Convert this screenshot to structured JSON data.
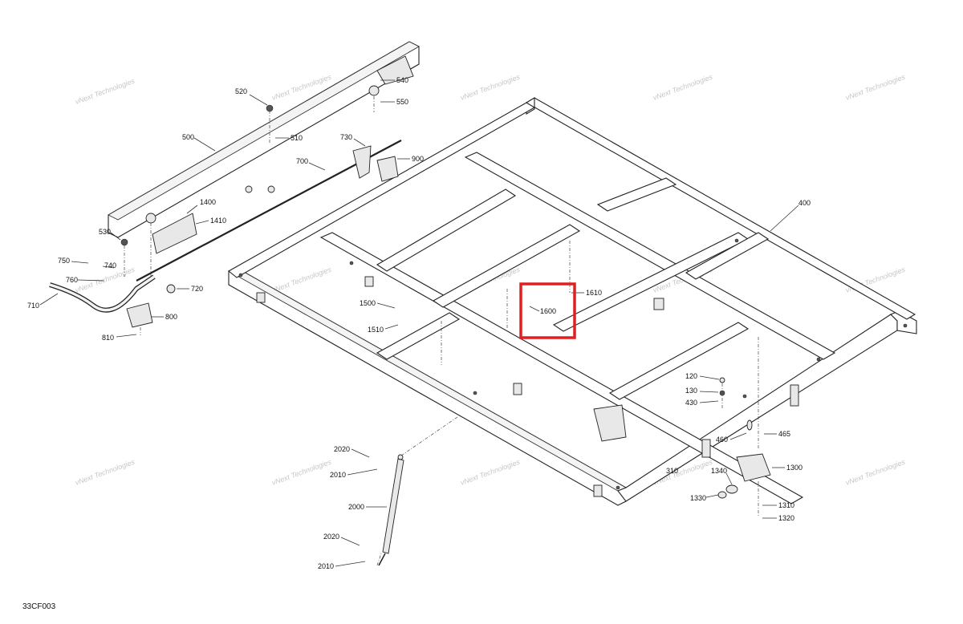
{
  "figure_code": "33CF003",
  "watermark": {
    "line1": "vNext",
    "line2": "Technologies",
    "line3": "vNext Technologies"
  },
  "highlight": {
    "color": "#e02020",
    "label": "1600"
  },
  "callouts": {
    "c500": "500",
    "c520": "520",
    "c510": "510",
    "c540": "540",
    "c550": "550",
    "c730": "730",
    "c900": "900",
    "c700": "700",
    "c1400": "1400",
    "c1410": "1410",
    "c530": "530",
    "c750": "750",
    "c740": "740",
    "c760": "760",
    "c720": "720",
    "c710": "710",
    "c800": "800",
    "c810": "810",
    "c400": "400",
    "c1610": "1610",
    "c1600": "1600",
    "c1500": "1500",
    "c1510": "1510",
    "c120": "120",
    "c130": "130",
    "c430": "430",
    "c460": "460",
    "c465": "465",
    "c1300": "1300",
    "c310": "310",
    "c1340": "1340",
    "c1330": "1330",
    "c1310": "1310",
    "c1320": "1320",
    "c2020a": "2020",
    "c2010a": "2010",
    "c2000": "2000",
    "c2020b": "2020",
    "c2010b": "2010"
  }
}
